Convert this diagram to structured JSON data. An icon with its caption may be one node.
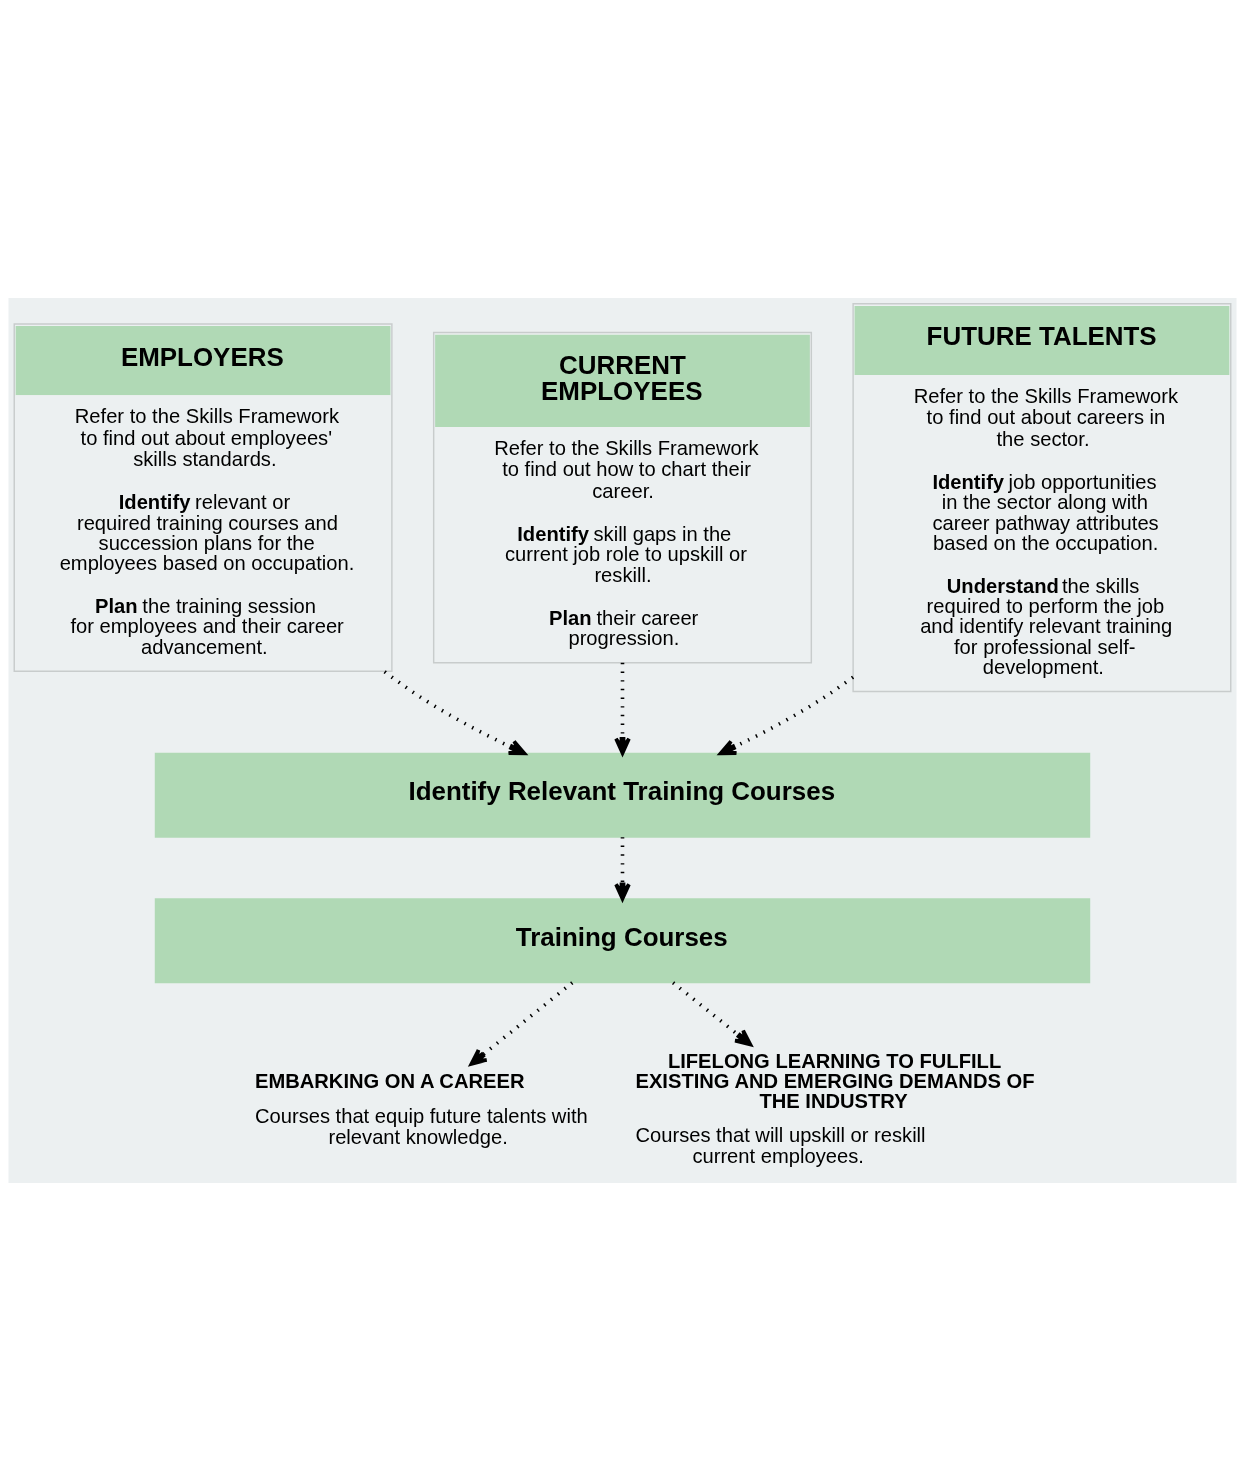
{
  "diagram": {
    "nodes": [
      {
        "text": [
          "EMPLOYERS",
          "Refer to the Skills Framework to find out about employees' skills standards.",
          "**Identify** relevant or required training courses and succession plans for the employees based on occupation.",
          "**Plan** the training session for employees and their career advancement."
        ]
      },
      {
        "text": [
          "CURRENT EMPLOYEES",
          "Refer to the Skills Framework to find out how to chart their career.",
          "**Identify** skill gaps in the current job role to upskill or reskill.",
          "**Plan** their career progression."
        ]
      },
      {
        "text": [
          "FUTURE TALENTS",
          "Refer to the Skills Framework to find out about careers in the sector.",
          "**Identify** job opportunities in the sector along with career pathway attributes based on the occupation.",
          "**Understand** the skills required to perform the job and identify relevant training for professional self-development."
        ]
      },
      {
        "text": [
          "Identify Relevant Training Courses"
        ]
      },
      {
        "text": [
          "Training Courses"
        ]
      },
      {
        "text": [
          "EMBARKING ON A CAREER",
          "Courses that equip future talents with relevant knowledge."
        ]
      },
      {
        "text": [
          "LIFELONG LEARNING TO FULFILL EXISTING AND EMERGING DEMANDS OF THE INDUSTRY",
          "Courses that will upskill or reskill current employees."
        ]
      }
    ],
    "edges": [
      {
        "from": 0,
        "to": 3,
        "arrow": "to",
        "style": "dashed"
      },
      {
        "from": 1,
        "to": 3,
        "arrow": "to",
        "style": "dashed"
      },
      {
        "from": 2,
        "to": 3,
        "arrow": "to",
        "style": "dashed"
      },
      {
        "from": 3,
        "to": 4,
        "arrow": "to",
        "style": "dashed"
      },
      {
        "from": 4,
        "to": 5,
        "arrow": "to",
        "style": "dashed"
      },
      {
        "from": 4,
        "to": 6,
        "arrow": "to",
        "style": "dashed"
      }
    ]
  }
}
